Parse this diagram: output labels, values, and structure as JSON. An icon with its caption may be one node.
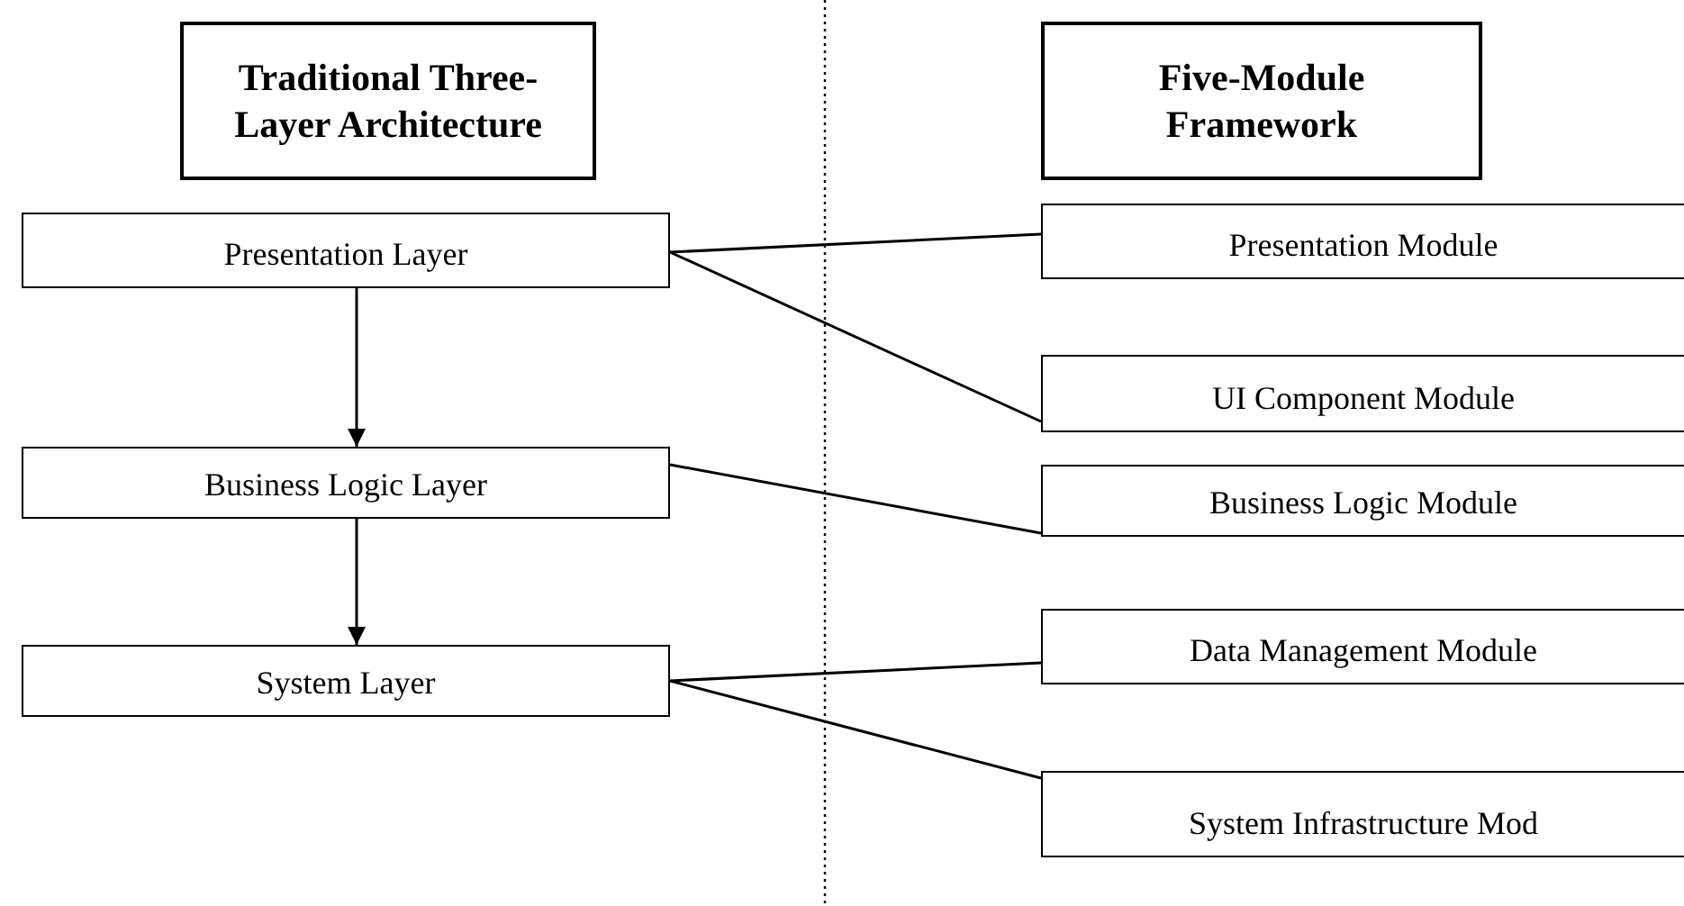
{
  "diagram": {
    "nodes": [
      {
        "text": [
          "Traditional Three-Layer Architecture"
        ]
      },
      {
        "text": [
          "Five-Module Framework"
        ]
      },
      {
        "text": [
          "Presentation Layer"
        ]
      },
      {
        "text": [
          "Business Logic Layer"
        ]
      },
      {
        "text": [
          "System Layer"
        ]
      },
      {
        "text": [
          "Presentation Module"
        ]
      },
      {
        "text": [
          "UI Component Module"
        ]
      },
      {
        "text": [
          "Business Logic Module"
        ]
      },
      {
        "text": [
          "Data Management Module"
        ]
      },
      {
        "text": [
          "System Infrastructure Mod"
        ]
      }
    ],
    "edges": [
      {
        "from": 2,
        "to": 3,
        "arrow": "to"
      },
      {
        "from": 3,
        "to": 4,
        "arrow": "to"
      },
      {
        "from": 2,
        "to": 5,
        "arrow": "none"
      },
      {
        "from": 2,
        "to": 6,
        "arrow": "none"
      },
      {
        "from": 3,
        "to": 7,
        "arrow": "none"
      },
      {
        "from": 4,
        "to": 8,
        "arrow": "none"
      },
      {
        "from": 4,
        "to": 9,
        "arrow": "none"
      }
    ]
  }
}
